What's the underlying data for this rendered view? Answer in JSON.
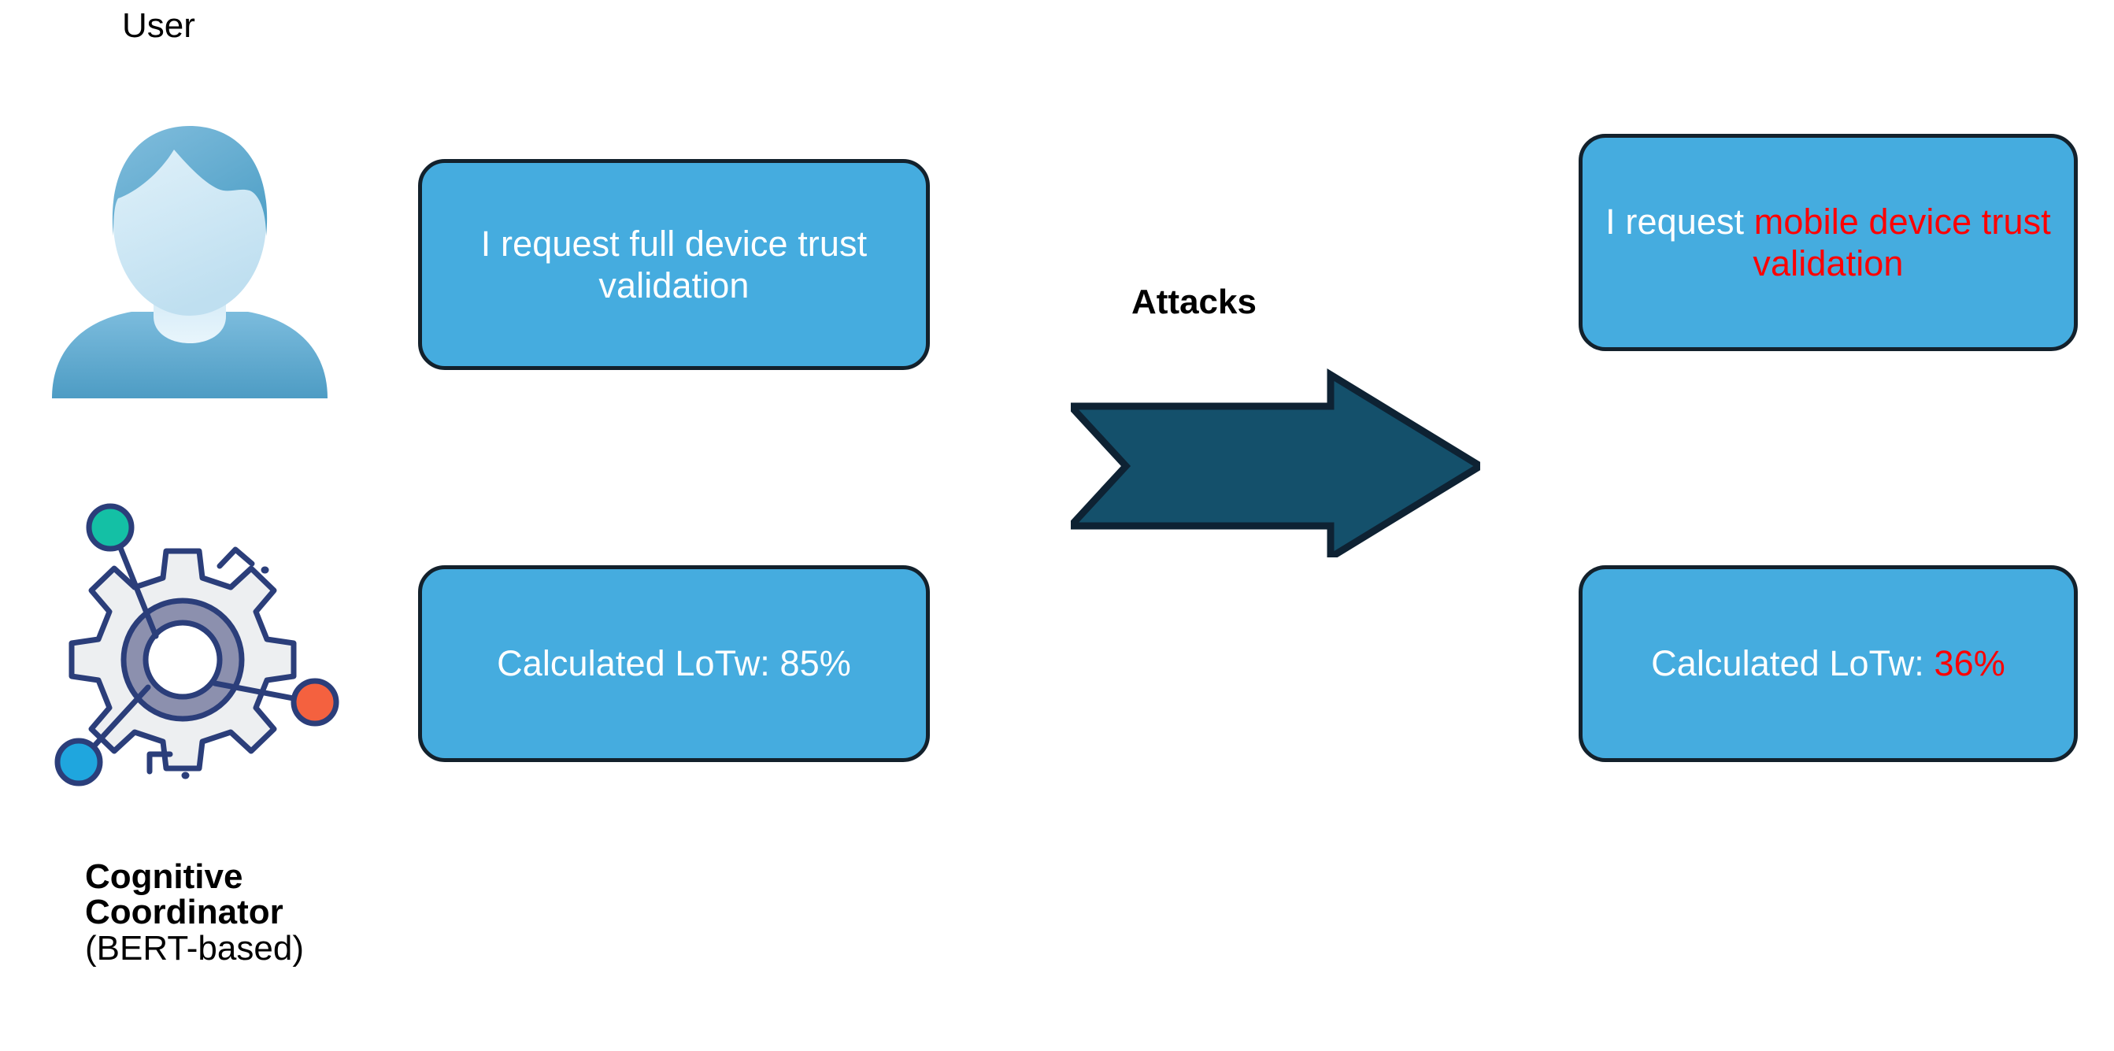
{
  "diagram": {
    "background_color": "#ffffff",
    "box_fill_color": "#45ACDF",
    "box_border_color": "#13212C",
    "arrow_fill_color": "#14506B",
    "arrow_border_color": "#0E2233",
    "highlight_color": "#FF0000",
    "text_color": "#FFFFFF",
    "label_color": "#000000"
  },
  "actors": {
    "user": {
      "label": "User",
      "icon": "user-avatar-icon"
    },
    "coordinator": {
      "icon": "gear-network-icon",
      "name_line1": "Cognitive",
      "name_line2": "Coordinator",
      "subtitle": "(BERT-based)",
      "dot_colors": {
        "top_left": "#14C0A5",
        "right": "#F4613F",
        "bottom_left": "#1FA6DE"
      },
      "gear_fill": "#EDEFF1",
      "gear_stroke": "#2B3E7A",
      "hub_fill": "#8C90AE"
    }
  },
  "transition": {
    "label": "Attacks",
    "arrow_icon": "right-arrow-icon",
    "direction": "right"
  },
  "boxes": {
    "request_original": {
      "segments": [
        {
          "text": "I request full device trust validation",
          "color": "white"
        }
      ]
    },
    "lotw_original": {
      "segments": [
        {
          "text": "Calculated LoTw: ",
          "color": "white"
        },
        {
          "text": "85%",
          "color": "white"
        }
      ],
      "label": "Calculated LoTw:",
      "value": "85%"
    },
    "request_attacked": {
      "segments": [
        {
          "text": "I request ",
          "color": "white"
        },
        {
          "text": "mobile device trust validation",
          "color": "red"
        }
      ],
      "prefix": "I request ",
      "highlighted": "mobile device trust validation"
    },
    "lotw_attacked": {
      "segments": [
        {
          "text": "Calculated LoTw: ",
          "color": "white"
        },
        {
          "text": "36%",
          "color": "red"
        }
      ],
      "label": "Calculated LoTw:",
      "value": "36%"
    }
  }
}
